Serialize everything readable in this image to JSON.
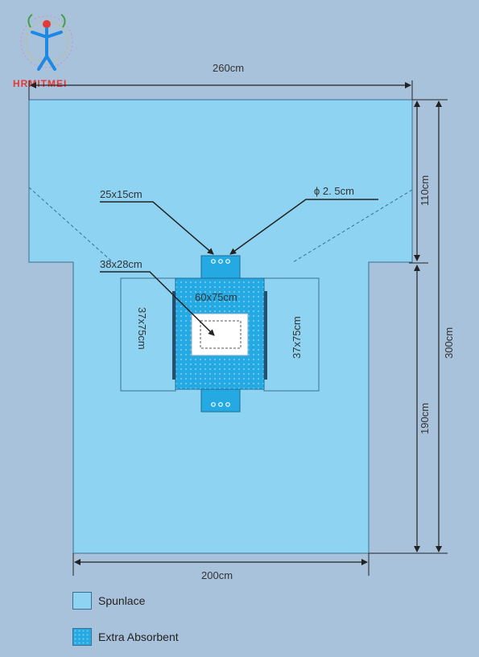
{
  "logo": {
    "text": "HRMITMEI"
  },
  "dimensions": {
    "top_width": "260cm",
    "bottom_width": "200cm",
    "top_height": "110cm",
    "bottom_height": "190cm",
    "total_height": "300cm",
    "pouch": "25x15cm",
    "hole": "ϕ 2. 5cm",
    "window": "38x28cm",
    "absorbent": "60x75cm",
    "left_panel": "37x75cm",
    "right_panel": "37x75cm"
  },
  "legend": [
    {
      "label": "Spunlace",
      "color": "#8fd3f2",
      "pattern": "solid"
    },
    {
      "label": "Extra Absorbent",
      "color": "#25a9e3",
      "pattern": "dots"
    }
  ],
  "colors": {
    "spunlace": "#8fd3f2",
    "absorbent": "#25a9e3",
    "background": "#a9c2dc"
  }
}
